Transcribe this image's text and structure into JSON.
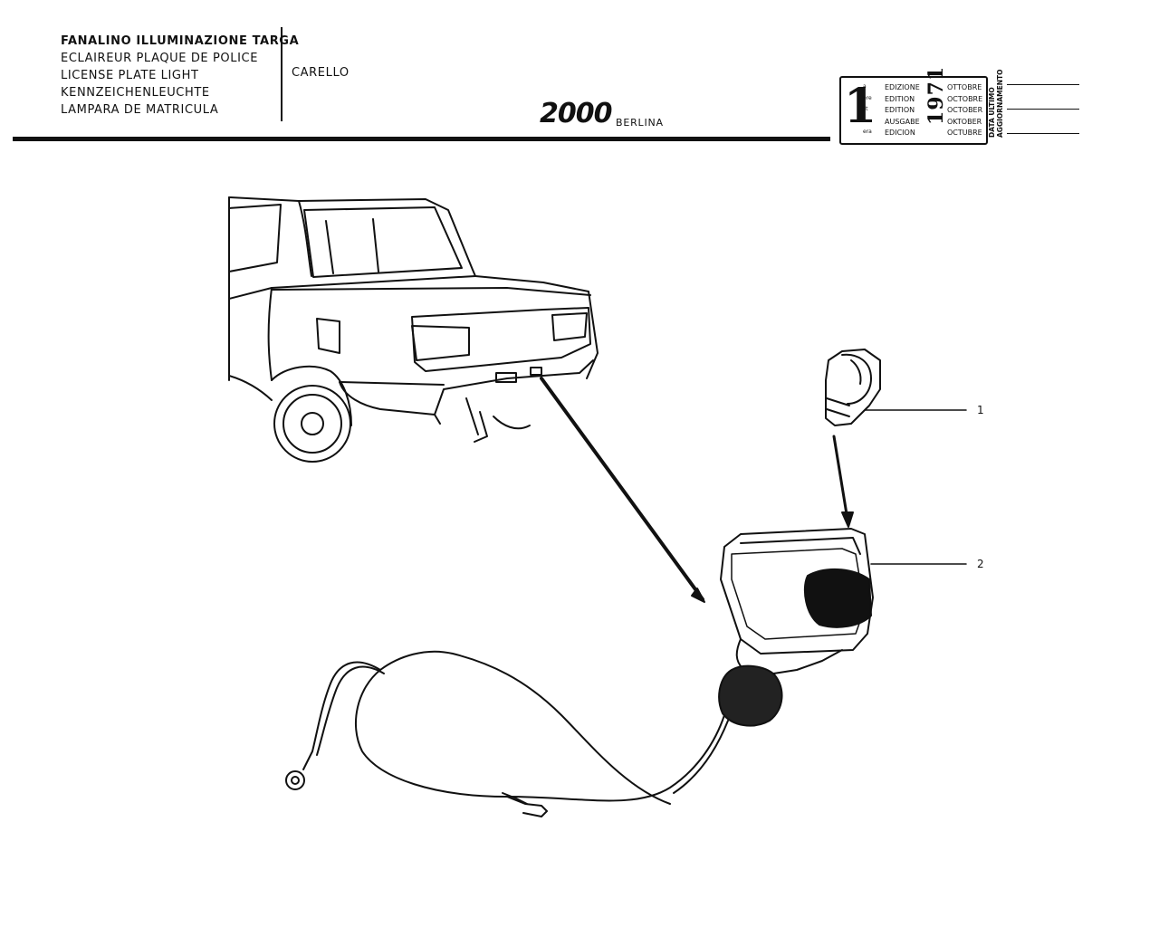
{
  "header": {
    "titles": [
      "FANALINO ILLUMINAZIONE TARGA",
      "ECLAIREUR PLAQUE DE POLICE",
      "LICENSE  PLATE LIGHT",
      "KENNZEICHENLEUCHTE",
      "LAMPARA DE MATRICULA"
    ],
    "manufacturer": "CARELLO",
    "logo_text": "2000",
    "model": "BERLINA"
  },
  "edition": {
    "number": "1",
    "suffixes": [
      "a",
      "ère",
      "st",
      ".",
      "era"
    ],
    "labels": [
      "EDIZIONE",
      "EDITION",
      "EDITION",
      "AUSGABE",
      "EDICION"
    ],
    "year": "1971",
    "months": [
      "OTTOBRE",
      "OCTOBRE",
      "OCTOBER",
      "OKTOBER",
      "OCTUBRE"
    ],
    "update_label_1": "DATA ULTIMO",
    "update_label_2": "AGGIORNAMENTO"
  },
  "callouts": [
    "1",
    "2"
  ]
}
